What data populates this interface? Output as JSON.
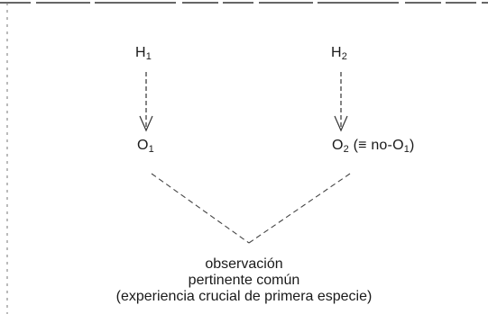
{
  "nodes": {
    "h1": {
      "letter": "H",
      "index": "1"
    },
    "h2": {
      "letter": "H",
      "index": "2"
    },
    "o1": {
      "letter": "O",
      "index": "1"
    },
    "o2": {
      "letter": "O",
      "index": "2",
      "suffix_pre": " (≡ no-O",
      "suffix_index": "1",
      "suffix_post": ")"
    }
  },
  "caption": {
    "line1": "observación",
    "line2": "pertinente común",
    "line3": "(experiencia crucial de primera especie)"
  }
}
